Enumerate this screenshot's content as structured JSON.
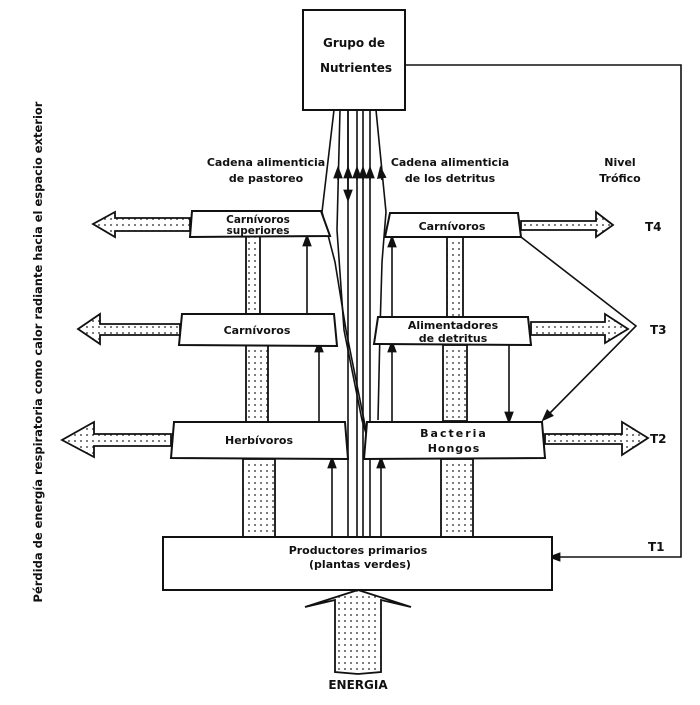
{
  "diagram": {
    "side_label": "Pérdida de energía respiratoria como calor radiante hacia el espacio exterior",
    "nodes": {
      "nutrients": [
        "Grupo de",
        "Nutrientes"
      ],
      "top_carnivores": [
        "Carnívoros",
        "superiores"
      ],
      "carnivores_grazing": [
        "Carnívoros"
      ],
      "herbivores": [
        "Herbívoros"
      ],
      "carnivores_detritus": [
        "Carnívoros"
      ],
      "detritus_feeders": [
        "Alimentadores",
        "de detritus"
      ],
      "bacteria_fungi": [
        "Bacteria",
        "Hongos"
      ],
      "producers": [
        "Productores primarios",
        "(plantas verdes)"
      ]
    },
    "headers": {
      "grazing_chain": [
        "Cadena alimenticia",
        "de pastoreo"
      ],
      "detritus_chain": [
        "Cadena alimenticia",
        "de los detritus"
      ],
      "trophic_level": [
        "Nivel",
        "Trófico"
      ]
    },
    "trophic_levels": [
      "T4",
      "T3",
      "T2",
      "T1"
    ],
    "energy_label": "ENERGIA"
  }
}
